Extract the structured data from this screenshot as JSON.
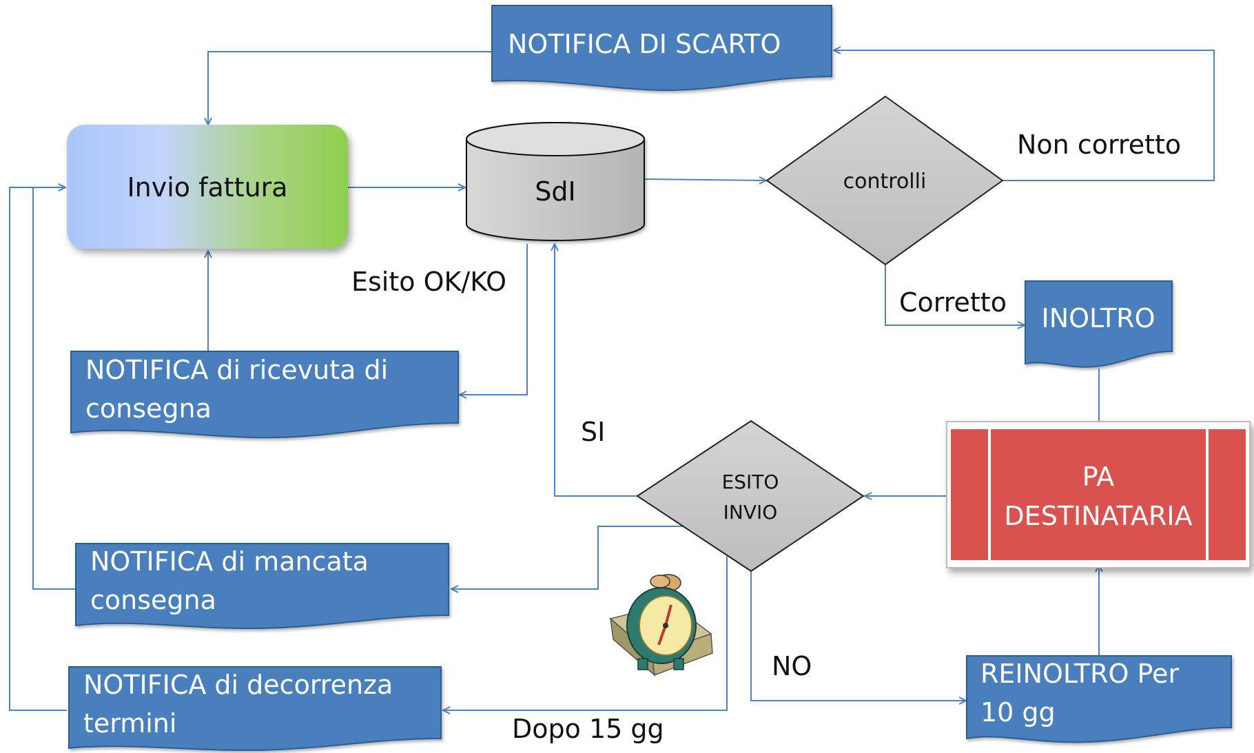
{
  "diagram": {
    "invio_fattura": "Invio fattura",
    "sdi": "SdI",
    "controlli": "controlli",
    "notifica_scarto": "NOTIFICA DI SCARTO",
    "non_corretto": "Non corretto",
    "corretto": "Corretto",
    "inoltro": "INOLTRO",
    "esito_ok_ko": "Esito OK/KO",
    "notifica_ricevuta_line1": "NOTIFICA di ricevuta di",
    "notifica_ricevuta_line2": "consegna",
    "si": "SI",
    "esito_invio_line1": "ESITO",
    "esito_invio_line2": "INVIO",
    "pa_line1": "PA",
    "pa_line2": "DESTINATARIA",
    "notifica_mancata_line1": "NOTIFICA di mancata",
    "notifica_mancata_line2": "consegna",
    "no": "NO",
    "reinoltro_line1": "REINOLTRO Per",
    "reinoltro_line2": "10 gg",
    "notifica_decorrenza_line1": "NOTIFICA di decorrenza",
    "notifica_decorrenza_line2": "termini",
    "dopo_15_gg": "Dopo 15 gg",
    "alarm_clock_icon": "alarm-clock-icon"
  },
  "colors": {
    "doc_blue": "#4a7fbd",
    "doc_border": "#2c5d93",
    "connector": "#4f81bd",
    "diamond_fill": "#c8c8c8",
    "pa_red": "#d9524f",
    "invio_gradient": [
      "#a9c6fb",
      "#c2d4fb",
      "#a8d47f",
      "#8ecf4f"
    ]
  }
}
